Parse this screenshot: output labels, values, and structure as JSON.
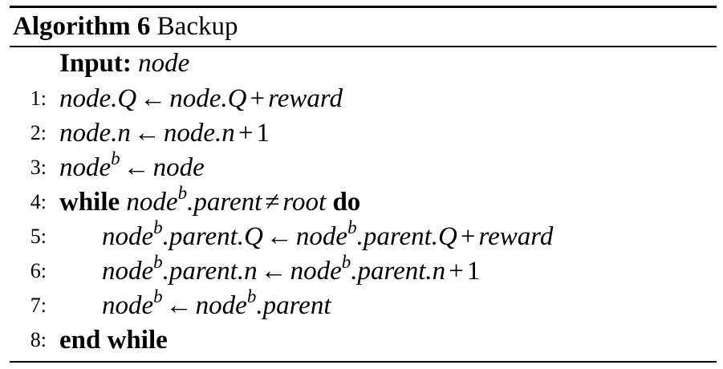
{
  "algorithm": {
    "label": "Algorithm 6",
    "name": "Backup"
  },
  "input": {
    "keyword": "Input:",
    "value": "node"
  },
  "lines": [
    {
      "number": "1:",
      "lhs": "node.Q",
      "arrow": "←",
      "rhs": "node.Q",
      "plus": "+",
      "tail": "reward"
    },
    {
      "number": "2:",
      "lhs": "node.n",
      "arrow": "←",
      "rhs": "node.n",
      "plus": "+",
      "tail": "1"
    },
    {
      "number": "3:",
      "lhs_base": "node",
      "lhs_sup": "b",
      "arrow": "←",
      "rhs": "node"
    },
    {
      "number": "4:",
      "kw_while": "while",
      "cond_base": "node",
      "cond_sup": "b",
      "cond_rest": ".parent",
      "neq": "≠",
      "cond_rhs": "root",
      "kw_do": "do"
    },
    {
      "number": "5:",
      "lhs_base": "node",
      "lhs_sup": "b",
      "lhs_rest": ".parent.Q",
      "arrow": "←",
      "rhs_base": "node",
      "rhs_sup": "b",
      "rhs_rest": ".parent.Q",
      "plus": "+",
      "tail": "reward"
    },
    {
      "number": "6:",
      "lhs_base": "node",
      "lhs_sup": "b",
      "lhs_rest": ".parent.n",
      "arrow": "←",
      "rhs_base": "node",
      "rhs_sup": "b",
      "rhs_rest": ".parent.n",
      "plus": "+",
      "tail": "1"
    },
    {
      "number": "7:",
      "lhs_base": "node",
      "lhs_sup": "b",
      "arrow": "←",
      "rhs_base": "node",
      "rhs_sup": "b",
      "rhs_rest": ".parent"
    },
    {
      "number": "8:",
      "kw_end": "end while"
    }
  ]
}
